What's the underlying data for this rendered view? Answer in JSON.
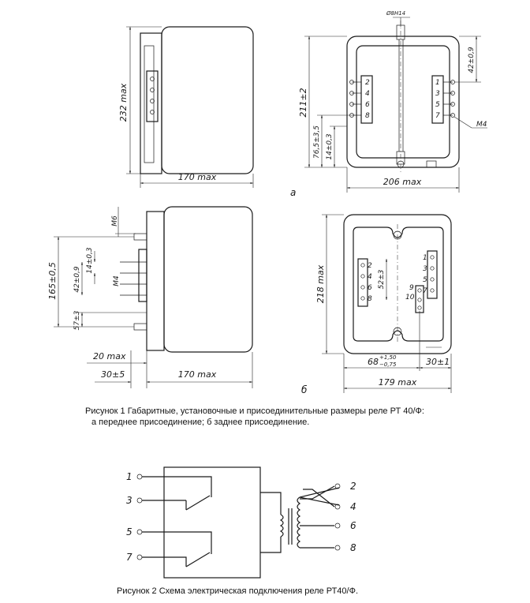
{
  "figure1": {
    "caption_line1": "Рисунок 1  Габаритные, установочные и присоединительные размеры реле РТ 40/Ф:",
    "caption_line2": "а  переднее присоединение;  б  заднее присоединение.",
    "label_a": "а",
    "label_b": "б",
    "dims_a": {
      "height_side": "232 max",
      "width_side": "170 max",
      "hole": "Ø8Н14",
      "height_front": "211±2",
      "width_front": "206 max",
      "terminal_spacing": "42±0,9",
      "bottom_offset": "76,5±3,5",
      "bottom_small": "14±0,3",
      "thread": "М4"
    },
    "dims_b": {
      "thread_top": "М6",
      "height_mount": "165±0,5",
      "terminal_spacing": "42±0,9",
      "pitch": "14±0,3",
      "thread_mid": "М4",
      "bottom_offset": "57±3",
      "depth_front": "20 max",
      "depth_back": "30±5",
      "width_side": "170 max",
      "height_front": "218 max",
      "center_spacing": "52±3",
      "offset_left": "68",
      "offset_left_upper_tol": "+1,50",
      "offset_left_lower_tol": "−0,75",
      "offset_right": "30±1",
      "width_front": "179 max"
    },
    "terminals_left_a": [
      "2",
      "4",
      "6",
      "8"
    ],
    "terminals_right_a": [
      "1",
      "3",
      "5",
      "7"
    ],
    "terminals_left_b": [
      "2",
      "4",
      "6",
      "8"
    ],
    "terminals_right_b": [
      "1",
      "3",
      "5",
      "7"
    ],
    "terminals_center_b": [
      "9",
      "10"
    ]
  },
  "figure2": {
    "caption": "Рисунок 2  Схема электрическая подключения реле РТ40/Ф.",
    "left_terminals": [
      "1",
      "3",
      "5",
      "7"
    ],
    "right_terminals": [
      "2",
      "4",
      "6",
      "8"
    ]
  }
}
